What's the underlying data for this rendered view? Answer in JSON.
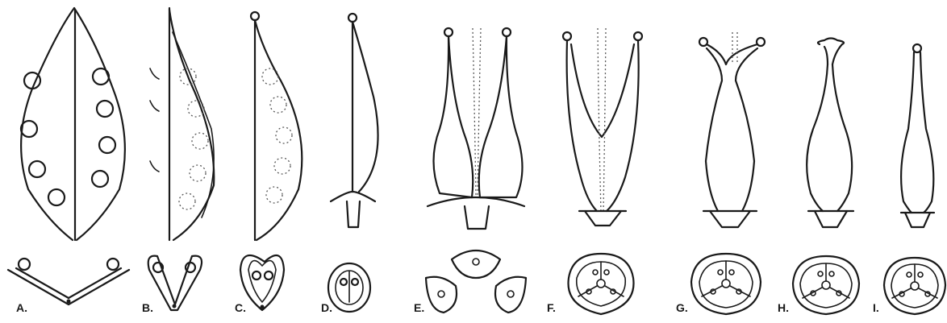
{
  "figure": {
    "labels": [
      "A.",
      "B.",
      "C.",
      "D.",
      "E.",
      "F.",
      "G.",
      "H.",
      "I."
    ]
  }
}
